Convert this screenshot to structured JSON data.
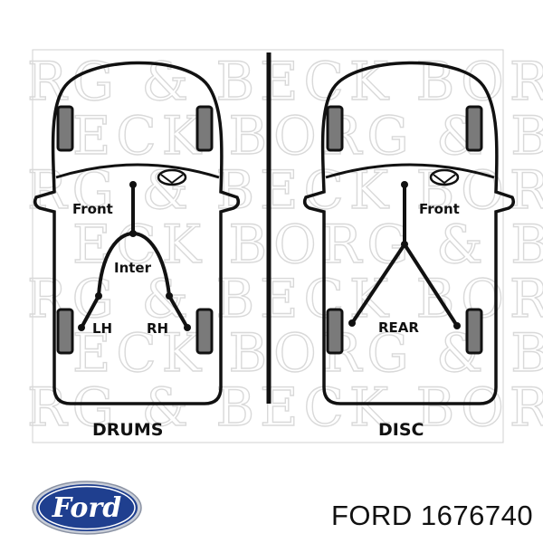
{
  "panels": {
    "drums": {
      "front_label": "Front",
      "inter_label": "Inter",
      "lh_label": "LH",
      "rh_label": "RH",
      "caption": "DRUMS"
    },
    "disc": {
      "front_label": "Front",
      "rear_label": "REAR",
      "caption": "DISC"
    }
  },
  "watermark": {
    "line1": "RG & BECK BORG & B",
    "line2": "ECK BORG & BECK",
    "line3": "RG & BECK BORG & B"
  },
  "brand": {
    "logo_text": "Ford",
    "logo_color": "#1f3f8f"
  },
  "part_number": "FORD 1676740"
}
